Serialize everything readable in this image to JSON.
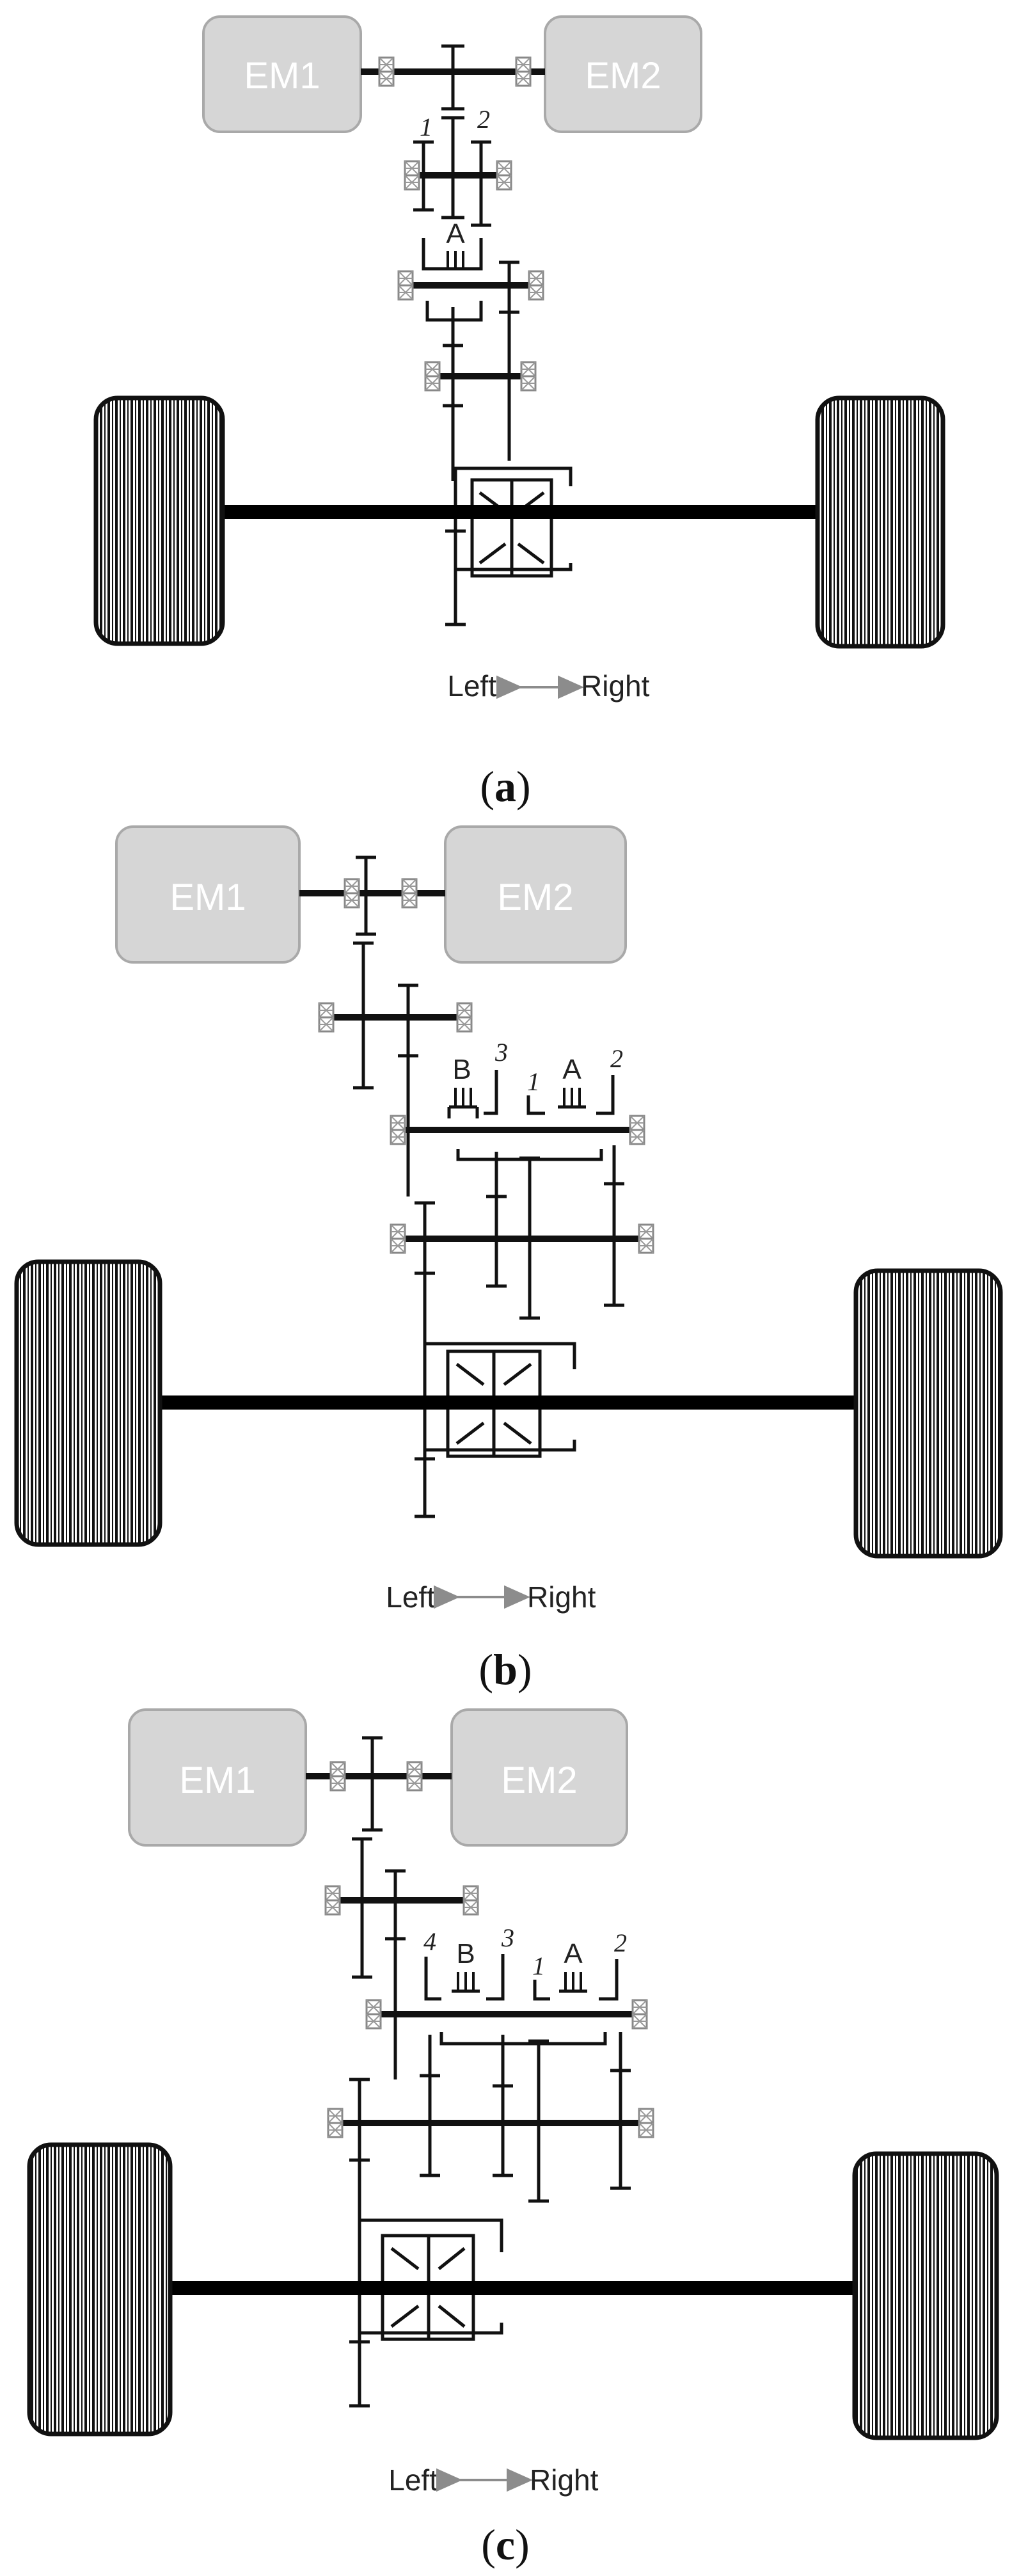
{
  "panels": [
    {
      "id": "a",
      "em1": "EM1",
      "em2": "EM2",
      "gear_numbers": [
        "1",
        "2"
      ],
      "synchronizers": [
        "A"
      ],
      "direction": {
        "left": "Left",
        "right": "Right"
      },
      "caption": {
        "open": "(",
        "letter": "a",
        "close": ")"
      }
    },
    {
      "id": "b",
      "em1": "EM1",
      "em2": "EM2",
      "gear_numbers": [
        "3",
        "1",
        "2"
      ],
      "synchronizers": [
        "B",
        "A"
      ],
      "direction": {
        "left": "Left",
        "right": "Right"
      },
      "caption": {
        "open": "(",
        "letter": "b",
        "close": ")"
      }
    },
    {
      "id": "c",
      "em1": "EM1",
      "em2": "EM2",
      "gear_numbers": [
        "4",
        "3",
        "1",
        "2"
      ],
      "synchronizers": [
        "B",
        "A"
      ],
      "direction": {
        "left": "Left",
        "right": "Right"
      },
      "caption": {
        "open": "(",
        "letter": "c",
        "close": ")"
      }
    }
  ]
}
